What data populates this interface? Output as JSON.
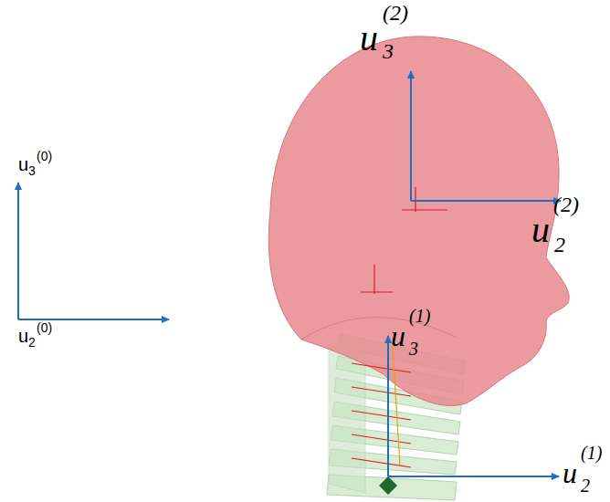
{
  "diagram": {
    "labels": [
      "u",
      "3",
      "(0)",
      "u",
      "2",
      "(0)",
      "u",
      "3",
      "(2)",
      "u",
      "2",
      "(2)",
      "u",
      "3",
      "(1)",
      "u",
      "2",
      "(1)"
    ]
  }
}
